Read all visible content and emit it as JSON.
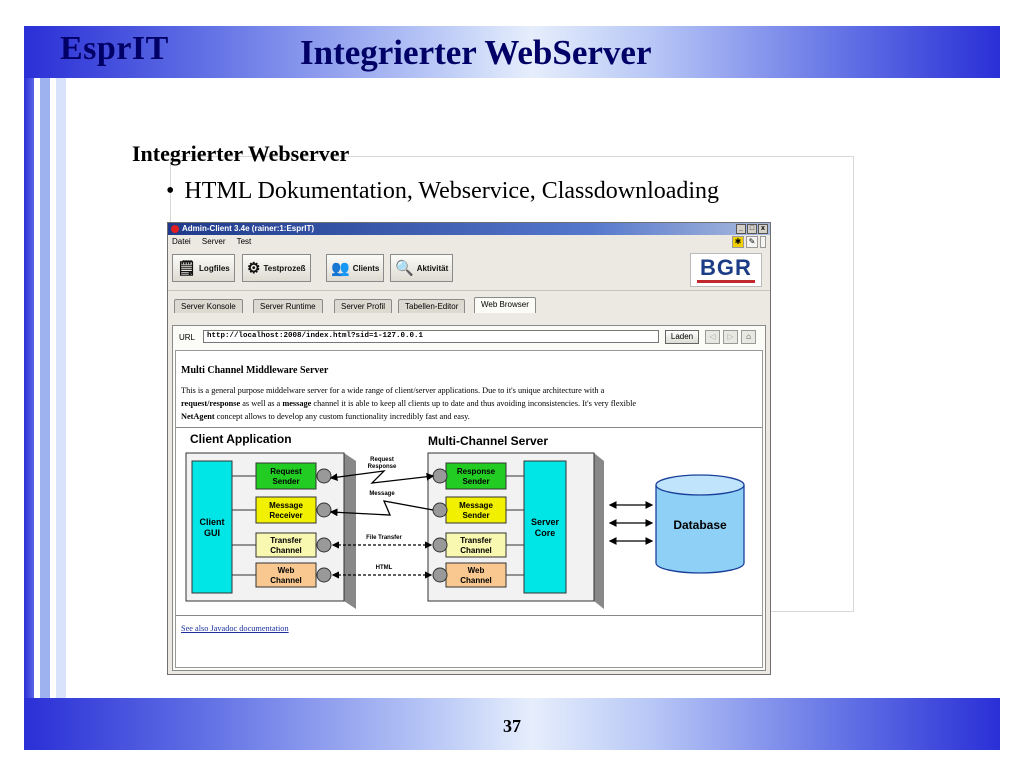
{
  "slide": {
    "brand": "EsprIT",
    "title": "Integrierter WebServer",
    "section_heading": "Integrierter Webserver",
    "bullet_mark": "•",
    "bullet": "HTML Dokumentation, Webservice, Classdownloading",
    "page_number": "37"
  },
  "window": {
    "title": "Admin-Client 3.4e (rainer:1:EsprIT)",
    "controls": {
      "minimize": "_",
      "maximize": "□",
      "close": "x"
    },
    "menu": [
      "Datei",
      "Server",
      "Test"
    ],
    "toolbar": [
      {
        "label": "Logfiles",
        "icon": "notepad-icon"
      },
      {
        "label": "Testprozeß",
        "icon": "gears-icon"
      },
      {
        "label": "Clients",
        "icon": "users-icon"
      },
      {
        "label": "Aktivität",
        "icon": "magnifier-icon"
      }
    ],
    "logo": "BGR",
    "tabs": [
      "Server Konsole",
      "Server Runtime",
      "Server Profil",
      "Tabellen-Editor",
      "Web Browser"
    ],
    "active_tab": "Web Browser",
    "url_label": "URL",
    "url_value": "http://localhost:2008/index.html?sid=1-127.0.0.1",
    "load_button": "Laden"
  },
  "document": {
    "title": "Multi Channel Middleware Server",
    "para_1": "This is a general purpose middelware server for a wide range of client/server applications. Due to it's unique architecture with a",
    "para_2_strong_a": "request/response",
    "para_2_mid": " as well as a ",
    "para_2_strong_b": "message",
    "para_2_end": " channel it is able to keep all clients up to date and thus avoiding inconsistencies. It's very flexible",
    "para_3_strong": "NetAgent",
    "para_3_end": " concept allows to develop any custom functionality incredibly fast and easy.",
    "link": "See also Javadoc documentation"
  },
  "diagram": {
    "client_title": "Client Application",
    "server_title": "Multi-Channel Server",
    "client_gui_1": "Client",
    "client_gui_2": "GUI",
    "client_boxes": [
      {
        "line1": "Request",
        "line2": "Sender",
        "color": "#22cc22"
      },
      {
        "line1": "Message",
        "line2": "Receiver",
        "color": "#f0f000"
      },
      {
        "line1": "Transfer",
        "line2": "Channel",
        "color": "#f8f8b0"
      },
      {
        "line1": "Web",
        "line2": "Channel",
        "color": "#f8c890"
      }
    ],
    "server_boxes": [
      {
        "line1": "Response",
        "line2": "Sender",
        "color": "#22cc22"
      },
      {
        "line1": "Message",
        "line2": "Sender",
        "color": "#f0f000"
      },
      {
        "line1": "Transfer",
        "line2": "Channel",
        "color": "#f8f8b0"
      },
      {
        "line1": "Web",
        "line2": "Channel",
        "color": "#f8c890"
      }
    ],
    "server_core_1": "Server",
    "server_core_2": "Core",
    "database": "Database",
    "link_labels": {
      "request": "Request",
      "response": "Response",
      "message": "Message",
      "file_transfer": "File Transfer",
      "html": "HTML"
    },
    "colors": {
      "gui": "#00e5e5",
      "panel": "#f2f2f2"
    }
  }
}
